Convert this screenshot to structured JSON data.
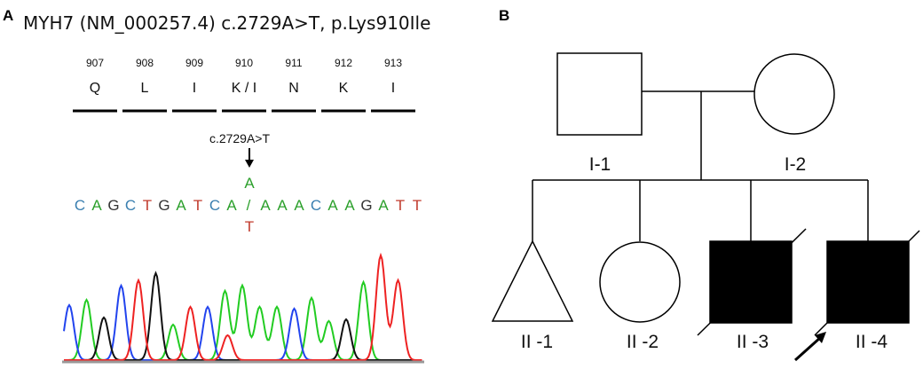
{
  "panel_a": {
    "letter": "A",
    "title": "MYH7 (NM_000257.4)  c.2729A>T,  p.Lys910Ile",
    "codons": [
      {
        "num": "907",
        "aa": "Q"
      },
      {
        "num": "908",
        "aa": "L"
      },
      {
        "num": "909",
        "aa": "I"
      },
      {
        "num": "910",
        "aa": "K / I"
      },
      {
        "num": "911",
        "aa": "N"
      },
      {
        "num": "912",
        "aa": "K"
      },
      {
        "num": "913",
        "aa": "I"
      }
    ],
    "mutation_label": "c.2729A>T",
    "variant_top": "A",
    "variant_bottom": "T",
    "sequence": [
      {
        "base": "C",
        "color": "#3a7fb0"
      },
      {
        "base": "A",
        "color": "#2ca02c"
      },
      {
        "base": "G",
        "color": "#333333"
      },
      {
        "base": "C",
        "color": "#3a7fb0"
      },
      {
        "base": "T",
        "color": "#c0392b"
      },
      {
        "base": "G",
        "color": "#333333"
      },
      {
        "base": "A",
        "color": "#2ca02c"
      },
      {
        "base": "T",
        "color": "#c0392b"
      },
      {
        "base": "C",
        "color": "#3a7fb0"
      },
      {
        "base": "A",
        "color": "#2ca02c"
      },
      {
        "base": "/",
        "color": "#2ca02c"
      },
      {
        "base": "A",
        "color": "#2ca02c"
      },
      {
        "base": "A",
        "color": "#2ca02c"
      },
      {
        "base": "A",
        "color": "#2ca02c"
      },
      {
        "base": "C",
        "color": "#3a7fb0"
      },
      {
        "base": "A",
        "color": "#2ca02c"
      },
      {
        "base": "A",
        "color": "#2ca02c"
      },
      {
        "base": "G",
        "color": "#333333"
      },
      {
        "base": "A",
        "color": "#2ca02c"
      },
      {
        "base": "T",
        "color": "#c0392b"
      },
      {
        "base": "T",
        "color": "#c0392b"
      }
    ],
    "trace_colors": {
      "A": "#22cc22",
      "C": "#2244ee",
      "G": "#111111",
      "T": "#ee2222"
    }
  },
  "panel_b": {
    "letter": "B",
    "individuals": [
      {
        "id": "I-1",
        "label": "I-1",
        "shape": "square",
        "affected": false,
        "deceased": false,
        "proband": false
      },
      {
        "id": "I-2",
        "label": "I-2",
        "shape": "circle",
        "affected": false,
        "deceased": false,
        "proband": false
      },
      {
        "id": "II-1",
        "label": "II -1",
        "shape": "triangle",
        "affected": false,
        "deceased": false,
        "proband": false
      },
      {
        "id": "II-2",
        "label": "II -2",
        "shape": "circle",
        "affected": false,
        "deceased": false,
        "proband": false
      },
      {
        "id": "II-3",
        "label": "II -3",
        "shape": "square",
        "affected": true,
        "deceased": true,
        "proband": false
      },
      {
        "id": "II-4",
        "label": "II -4",
        "shape": "square",
        "affected": true,
        "deceased": true,
        "proband": true
      }
    ]
  }
}
